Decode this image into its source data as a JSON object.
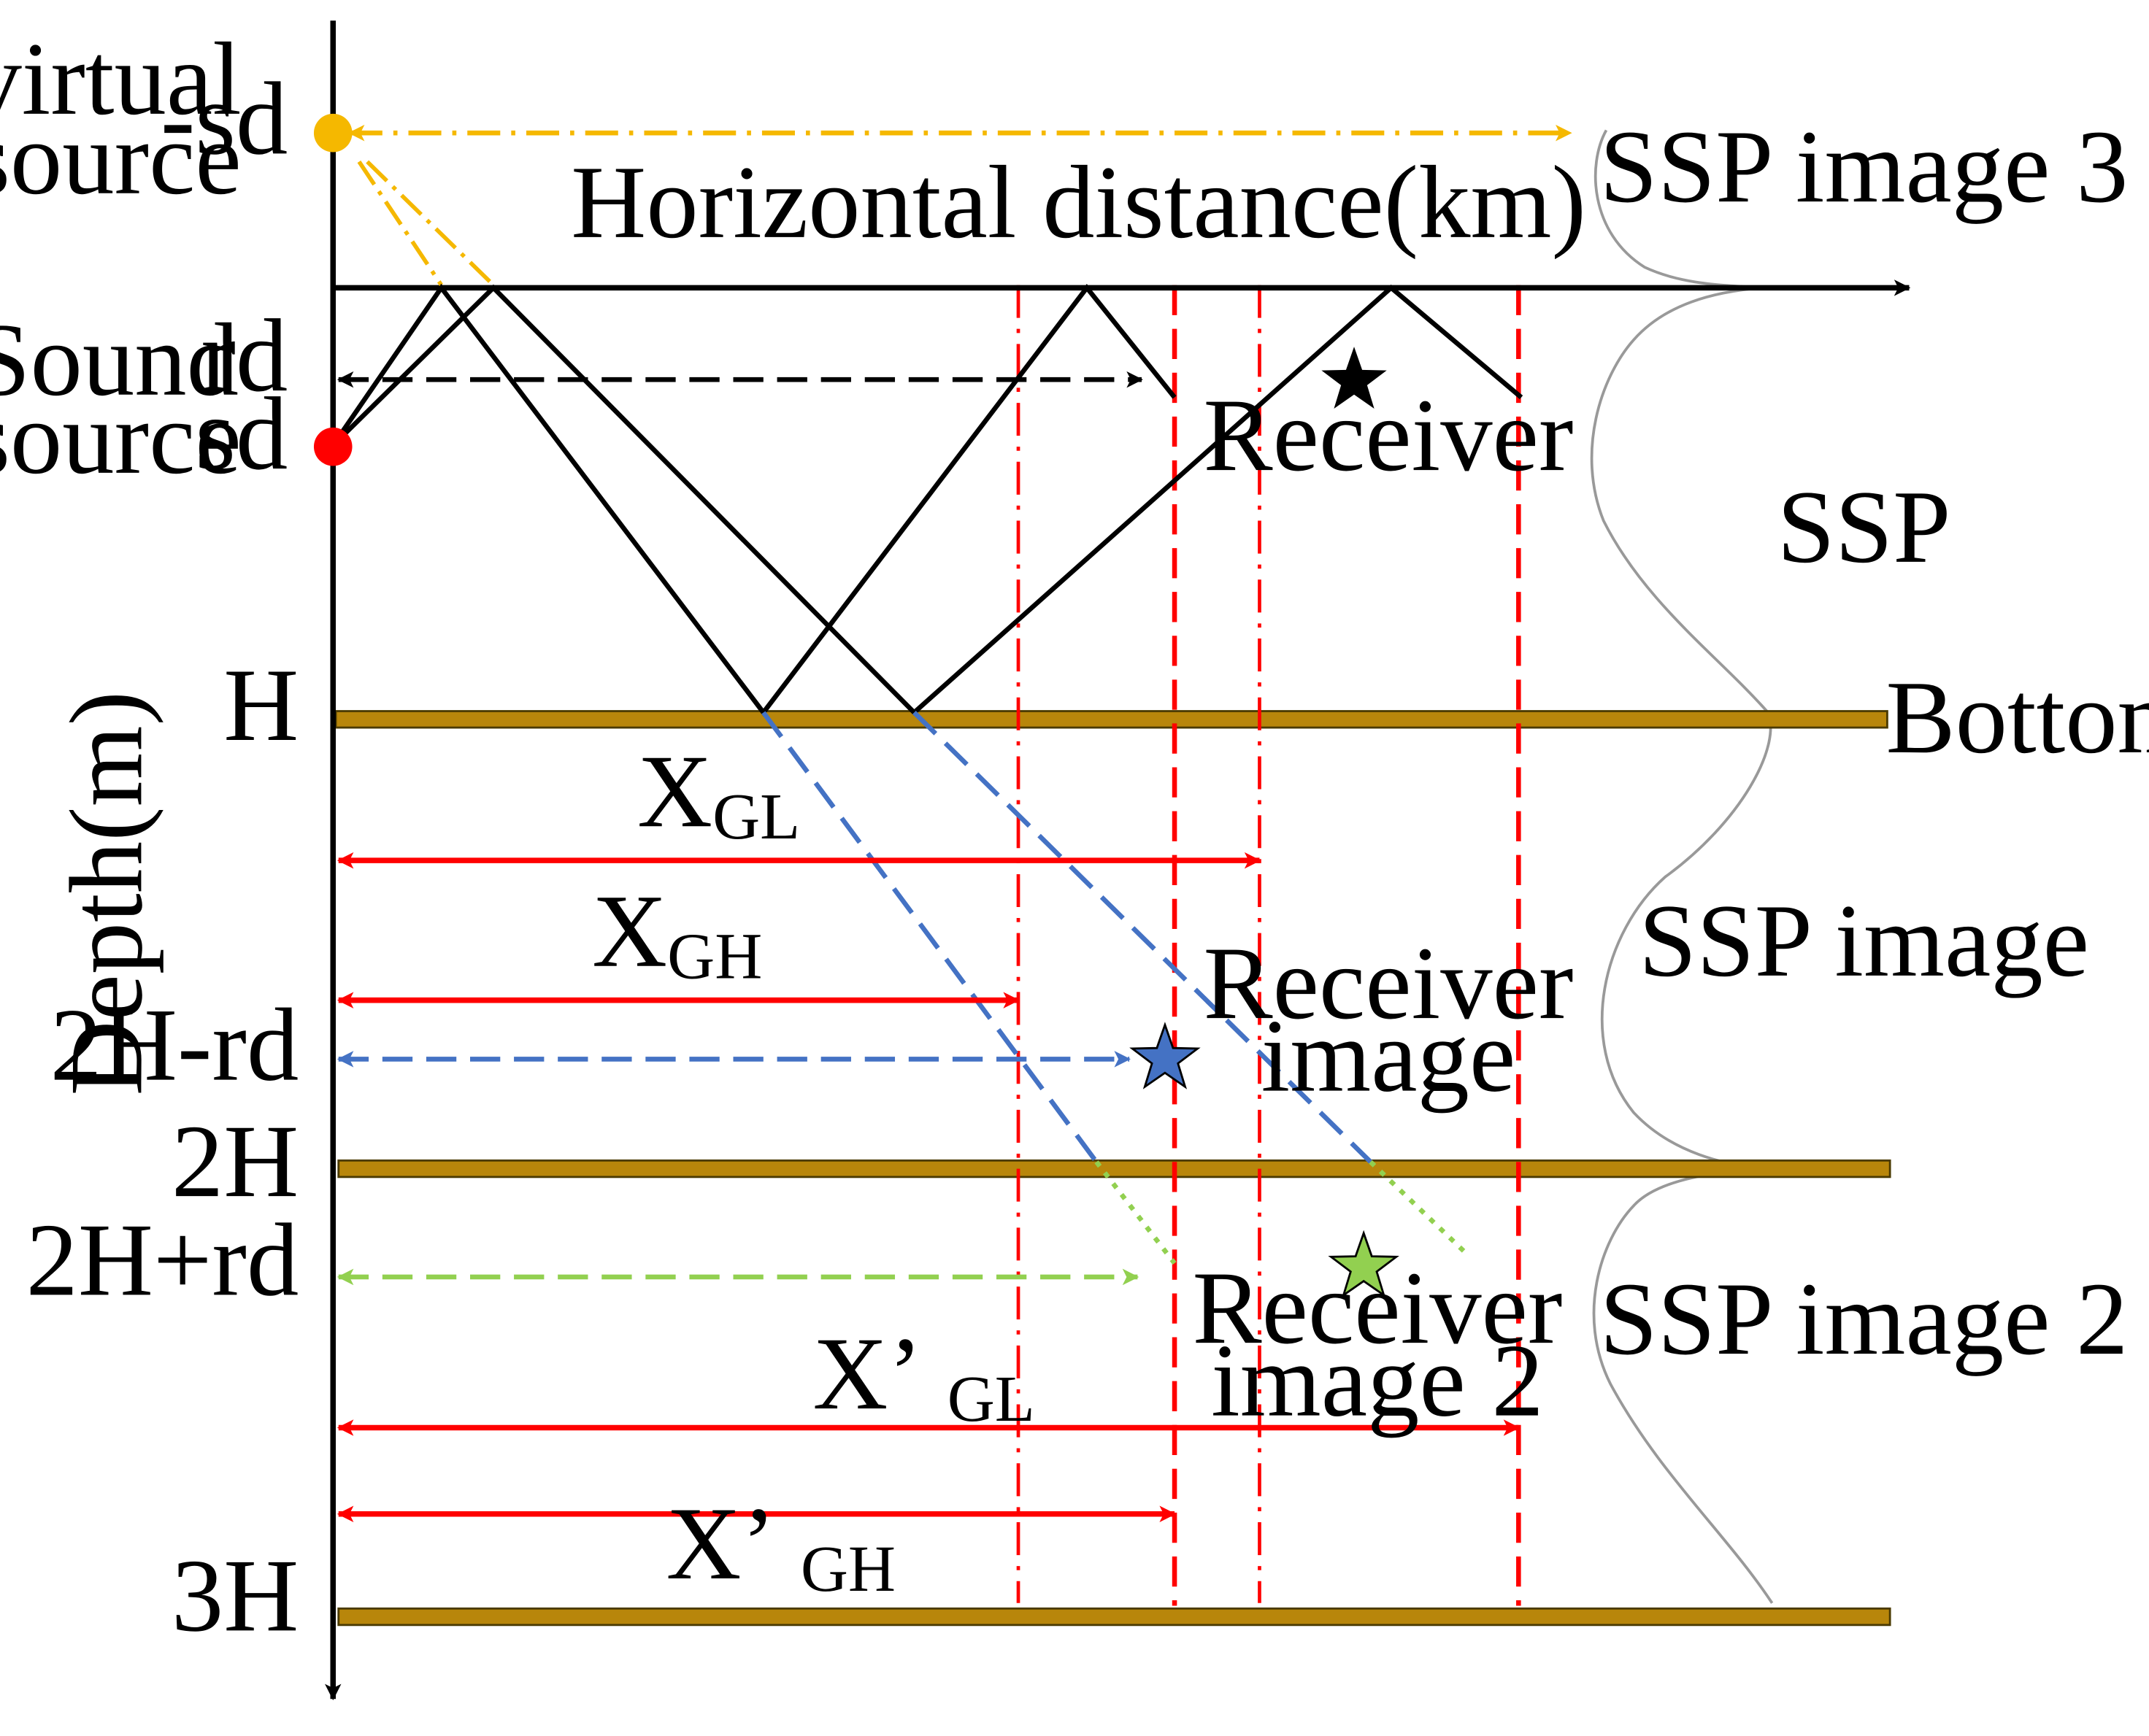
{
  "labels": {
    "virtual_source": [
      "virtual",
      "source"
    ],
    "sound_source": [
      "Sound",
      "source"
    ],
    "minus_sd": "-sd",
    "rd": "rd",
    "sd": "sd",
    "h": "H",
    "two_h_minus_rd": "2H-rd",
    "two_h": "2H",
    "two_h_plus_rd": "2H+rd",
    "three_h": "3H",
    "depth_axis": "Depth(m)",
    "horizontal_axis": "Horizontal distance(km)",
    "receiver": "Receiver",
    "receiver_image": [
      "Receiver",
      "image"
    ],
    "receiver_image_2": [
      "Receiver",
      "image 2"
    ],
    "ssp": "SSP",
    "ssp_image": "SSP image",
    "ssp_image_2": "SSP image 2",
    "ssp_image_3": "SSP image 3",
    "bottom": "Bottom",
    "x_gl": {
      "main": "X",
      "sub": "GL"
    },
    "x_gh": {
      "main": "X",
      "sub": "GH"
    },
    "x_prime_gl": {
      "main": "X’",
      "sub": "GL"
    },
    "x_prime_gh": {
      "main": "X’",
      "sub": "GH"
    }
  },
  "colors": {
    "axis": "#000000",
    "ray": "#000000",
    "virtual_source": "#F5B800",
    "sound_source": "#FF0000",
    "bottom_band": "#B8860B",
    "distance_arrow": "#FF0000",
    "image_ray": "#4472C4",
    "image2_ray": "#92D050",
    "ssp_curve": "#999999"
  }
}
